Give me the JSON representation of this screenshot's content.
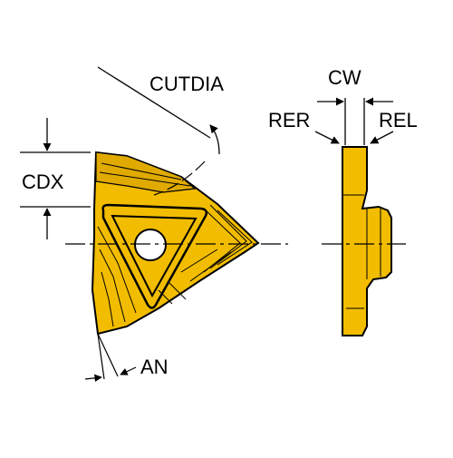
{
  "labels": {
    "cutdia": "CUTDIA",
    "cdx": "CDX",
    "an": "AN",
    "cw": "CW",
    "rer": "RER",
    "rel": "REL"
  },
  "colors": {
    "insert_fill": "#f2bd00",
    "insert_dark": "#b48a00",
    "outline": "#000000",
    "background": "#ffffff"
  }
}
